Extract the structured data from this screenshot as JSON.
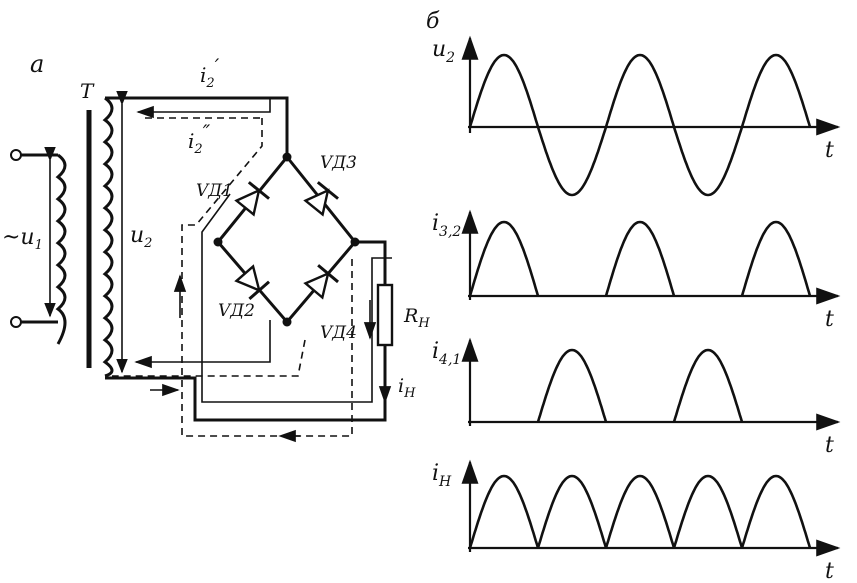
{
  "panels": {
    "a": "а",
    "b": "б"
  },
  "circuit": {
    "transformer": "T",
    "u1": {
      "main": "~u",
      "sub": "1"
    },
    "u2": {
      "main": "u",
      "sub": "2"
    },
    "i2p": {
      "main": "i",
      "sub": "2",
      "mark": "′"
    },
    "i2pp": {
      "main": "i",
      "sub": "2",
      "mark": "″"
    },
    "vd1": "VД1",
    "vd2": "VД2",
    "vd3": "VД3",
    "vd4": "VД4",
    "load": {
      "main": "R",
      "sub": "Н"
    },
    "iload": {
      "main": "i",
      "sub": "Н"
    }
  },
  "chart_data": [
    {
      "type": "line",
      "ylabel_main": "u",
      "ylabel_sub": "2",
      "xlabel": "t",
      "waveform": "sine",
      "x_unit": "half_periods",
      "xlim": [
        0,
        5.45
      ],
      "ylim": [
        -1,
        1
      ],
      "grid": false,
      "x": [
        0,
        0.5,
        1,
        1.5,
        2,
        2.5,
        3,
        3.5,
        4,
        4.5,
        5
      ],
      "y": [
        0,
        1,
        0,
        -1,
        0,
        1,
        0,
        -1,
        0,
        1,
        0
      ]
    },
    {
      "type": "line",
      "ylabel_main": "i",
      "ylabel_sub": "3,2",
      "xlabel": "t",
      "waveform": "positive_half_waves",
      "x_unit": "half_periods",
      "xlim": [
        0,
        5.45
      ],
      "ylim": [
        0,
        1
      ],
      "grid": false,
      "half_waves_on": [
        0,
        2,
        4
      ]
    },
    {
      "type": "line",
      "ylabel_main": "i",
      "ylabel_sub": "4,1",
      "xlabel": "t",
      "waveform": "negative_half_waves_rectified",
      "x_unit": "half_periods",
      "xlim": [
        0,
        5.45
      ],
      "ylim": [
        0,
        1
      ],
      "grid": false,
      "half_waves_on": [
        1,
        3
      ]
    },
    {
      "type": "line",
      "ylabel_main": "i",
      "ylabel_sub": "Н",
      "xlabel": "t",
      "waveform": "full_wave_rectified",
      "x_unit": "half_periods",
      "xlim": [
        0,
        5.45
      ],
      "ylim": [
        0,
        1
      ],
      "grid": false,
      "half_waves_on": [
        0,
        1,
        2,
        3,
        4
      ]
    }
  ]
}
